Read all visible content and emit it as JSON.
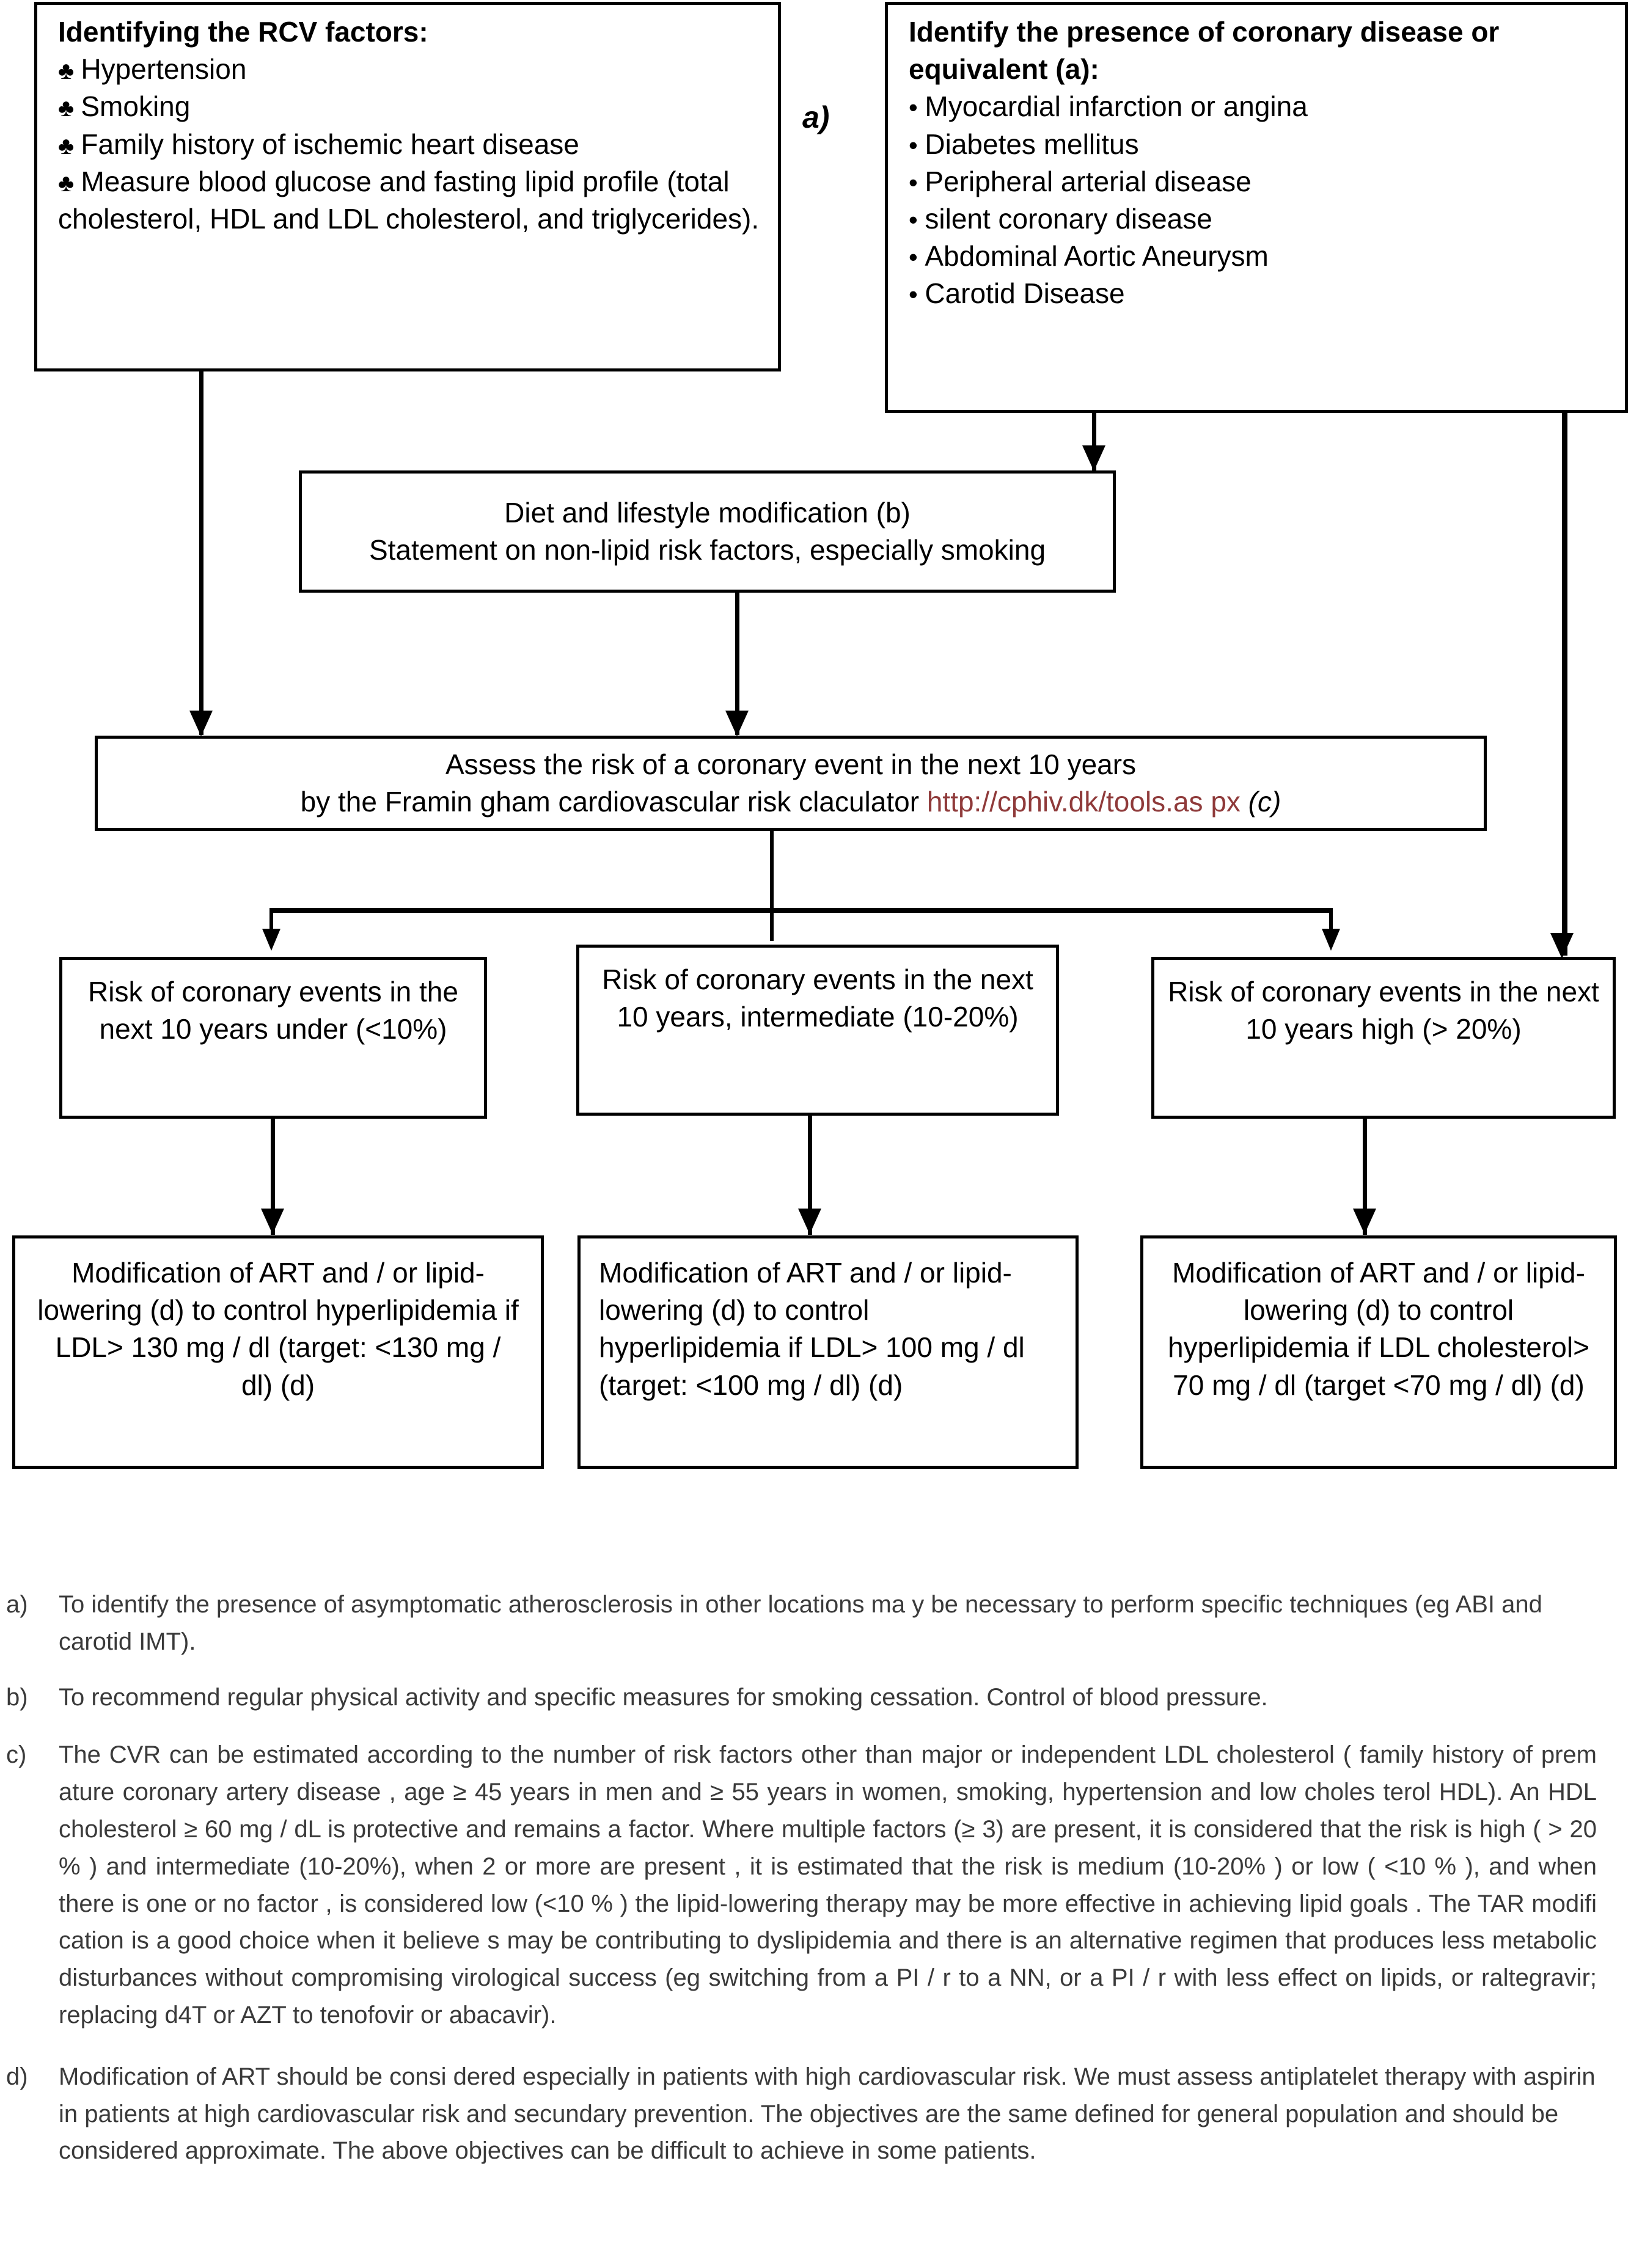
{
  "diagram": {
    "panel_label": "a)",
    "boxes": {
      "rcv_factors": {
        "heading": "Identifying the RCV factors:",
        "items": [
          "Hypertension",
          "Smoking",
          "Family history of ischemic heart disease",
          "Measure blood glucose and fasting lipid profile (total cholesterol, HDL and LDL cholesterol, and triglycerides)."
        ],
        "bullet": "club-bullet"
      },
      "coronary_presence": {
        "heading": "Identify the presence of coronary disease or equivalent (a):",
        "items": [
          "Myocardial infarction or angina",
          "Diabetes mellitus",
          "Peripheral arterial disease",
          "silent coronary disease",
          "Abdominal Aortic Aneurysm",
          "Carotid Disease"
        ],
        "bullet": "dot-bullet"
      },
      "diet_lifestyle": {
        "line1": "Diet and lifestyle modification (b)",
        "line2": "Statement on non-lipid risk factors, especially smoking"
      },
      "assess_risk": {
        "line1": "Assess the risk of a coronary  event in the next 10 years",
        "line2_prefix": "by the Framin gham cardiovascular risk claculator ",
        "url": "http://cphiv.dk/tools.as px",
        "line2_suffix": " (c)"
      },
      "risk_low": "Risk of coronary events in the next 10 years under (<10%)",
      "risk_intermediate": "Risk of coronary events in the next 10 years, intermediate (10-20%)",
      "risk_high": "Risk of coronary events in the next 10 years high (> 20%)",
      "action_low": "Modification of ART and / or lipid-lowering (d) to control hyperlipidemia if LDL> 130 mg / dl (target: <130 mg / dl) (d)",
      "action_intermediate": "Modification of ART and / or lipid-lowering (d) to control hyperlipidemia if LDL> 100 mg / dl (target: <100 mg / dl) (d)",
      "action_high": "Modification of ART and / or lipid-lowering (d) to control hyperlipidemia if LDL cholesterol> 70 mg / dl (target <70 mg / dl) (d)"
    }
  },
  "footnotes": [
    {
      "marker": "a)",
      "text": "To identify the presence of asymptomatic  atherosclerosis in other locations ma y be necessary to perform specific techniques (eg ABI and carotid IMT)."
    },
    {
      "marker": "b)",
      "text": "To recommend regular physical activity and specific measures for smoking cessation. Control of blood pressure."
    },
    {
      "marker": "c)",
      "text": "The CVR can be estimated according to the number of risk factors other than major or independent LDL cholesterol ( family history of prem ature coronary artery disease , age ≥ 45 years in men and ≥ 55 years in women, smoking, hypertension and low choles terol HDL). An HDL cholesterol ≥ 60 mg / dL is protective and remains a factor. Where multiple factors (≥ 3) are present, it is considered that the risk is high ( > 20 % ) and intermediate (10-20%), when 2 or more are present , it is estimated that the risk is medium (10-20% ) or low ( <10 % ), and when there is one or no factor , is considered low (<10 % ) the lipid-lowering therapy may be more effective in achieving lipid goals . The TAR modifi cation is a good choice when it believe s may be contributing to dyslipidemia and there is an alternative regimen that produces less metabolic disturbances without compromising virological success (eg switching from a PI / r to a NN, or a PI / r with less effect on lipids, or raltegravir; replacing d4T or AZT to tenofovir or abacavir)."
    },
    {
      "marker": "d)",
      "text": "Modification of ART should be consi   dered especially in patients with high cardiovascular risk. We must assess antiplatelet therapy with aspirin in patients at high cardiovascular risk and secundary prevention. The objectives are the same defined for general population and should be considered approximate. The above objectives can be difficult to achieve in some patients."
    }
  ],
  "colors": {
    "url_link": "#8f3a3a",
    "stroke": "#000000",
    "footnote_text": "#3a3a3a"
  }
}
